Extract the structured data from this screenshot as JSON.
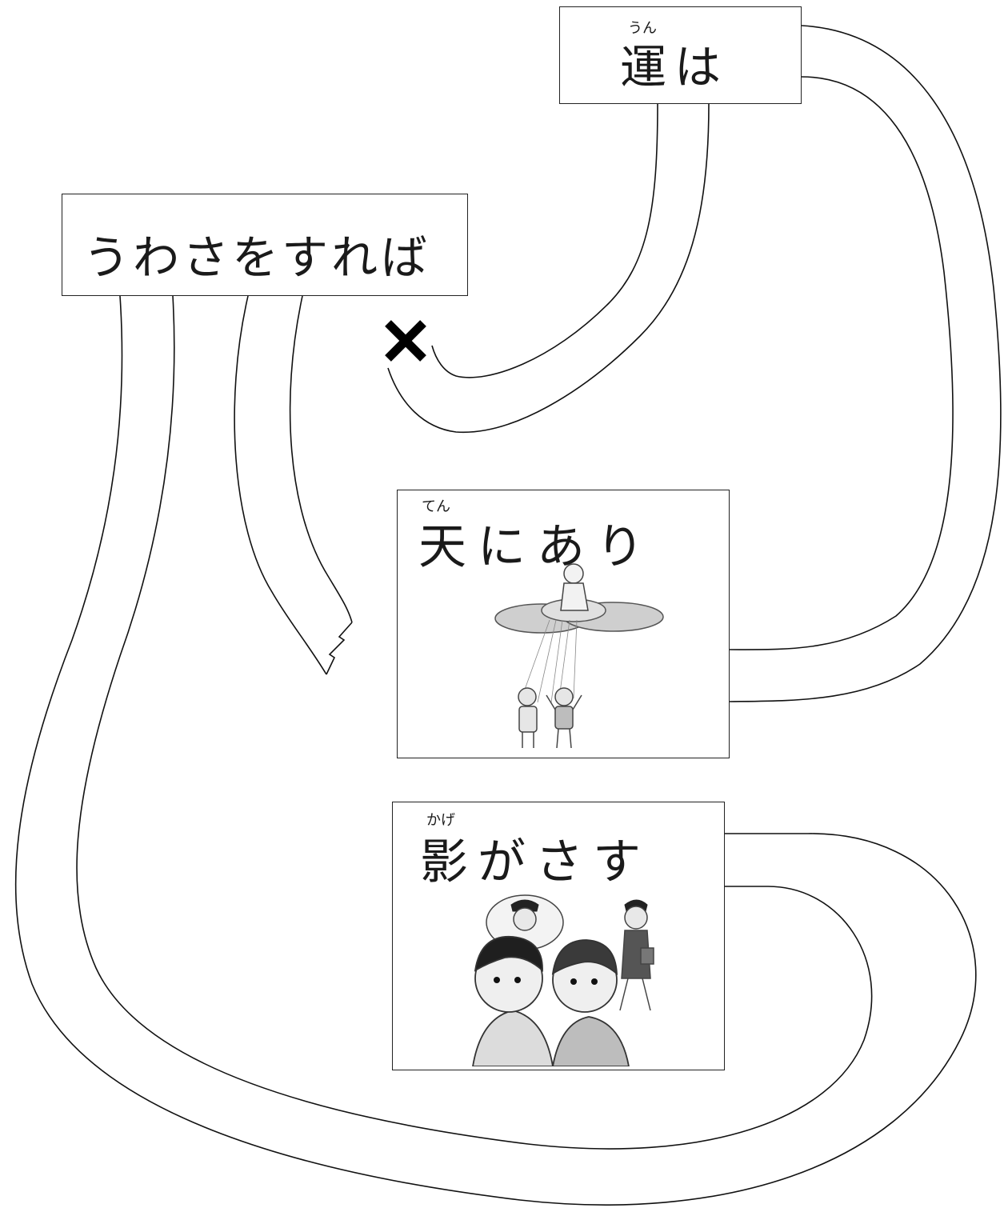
{
  "cards": {
    "un": {
      "phrase": "運は",
      "ruby": "うん"
    },
    "uwasa": {
      "phrase": "うわさをすれば"
    },
    "ten": {
      "phrase": "天にあり",
      "ruby": "てん"
    },
    "kage": {
      "phrase": "影がさす",
      "ruby": "かげ"
    }
  },
  "colors": {
    "line": "#111111",
    "fill": "#ffffff",
    "illustration": "#9a9a9a"
  },
  "icons": {
    "dead_end_mark": "x-mark-icon",
    "broken_end": "torn-path-end"
  }
}
